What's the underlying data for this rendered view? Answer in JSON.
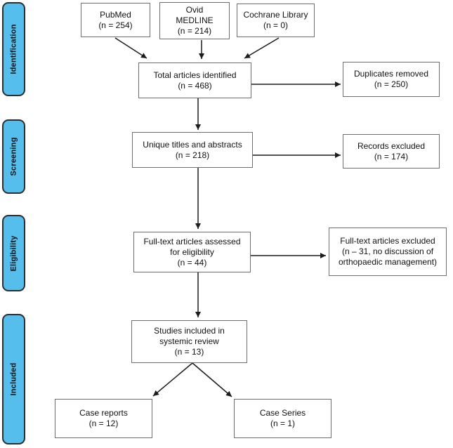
{
  "colors": {
    "stage_fill": "#56BEEC",
    "stage_border": "#2E2E2E",
    "box_border": "#6E6E6E",
    "box_fill": "#FFFFFF",
    "arrow": "#1C1C1C",
    "text": "#111111",
    "background": "#FFFFFF"
  },
  "stages": [
    {
      "label": "Identification"
    },
    {
      "label": "Screening"
    },
    {
      "label": "Eligibility"
    },
    {
      "label": "Included"
    }
  ],
  "boxes": {
    "pubmed": {
      "lines": [
        "PubMed",
        "(n = 254)"
      ]
    },
    "ovid_medline": {
      "lines": [
        "Ovid",
        "MEDLINE",
        "(n = 214)"
      ]
    },
    "cochrane": {
      "lines": [
        "Cochrane Library",
        "(n = 0)"
      ]
    },
    "total_identified": {
      "lines": [
        "Total articles identified",
        "(n = 468)"
      ]
    },
    "duplicates_removed": {
      "lines": [
        "Duplicates removed",
        "(n = 250)"
      ]
    },
    "unique_titles": {
      "lines": [
        "Unique titles and abstracts",
        "(n = 218)"
      ]
    },
    "records_excluded": {
      "lines": [
        "Records excluded",
        "(n = 174)"
      ]
    },
    "fulltext_assessed": {
      "lines": [
        "Full-text articles assessed",
        "for eligibility",
        "(n = 44)"
      ]
    },
    "fulltext_excluded": {
      "lines": [
        "Full-text articles excluded",
        "(n – 31, no discussion of",
        "orthopaedic management)"
      ]
    },
    "studies_included": {
      "lines": [
        "Studies included in",
        "systemic review",
        "(n = 13)"
      ]
    },
    "case_reports": {
      "lines": [
        "Case reports",
        "(n = 12)"
      ]
    },
    "case_series": {
      "lines": [
        "Case Series",
        "(n = 1)"
      ]
    }
  },
  "edges": [
    {
      "from": "pubmed",
      "to": "total_identified"
    },
    {
      "from": "ovid_medline",
      "to": "total_identified"
    },
    {
      "from": "cochrane",
      "to": "total_identified"
    },
    {
      "from": "total_identified",
      "to": "duplicates_removed"
    },
    {
      "from": "total_identified",
      "to": "unique_titles"
    },
    {
      "from": "unique_titles",
      "to": "records_excluded"
    },
    {
      "from": "unique_titles",
      "to": "fulltext_assessed"
    },
    {
      "from": "fulltext_assessed",
      "to": "fulltext_excluded"
    },
    {
      "from": "fulltext_assessed",
      "to": "studies_included"
    },
    {
      "from": "studies_included",
      "to": "case_reports"
    },
    {
      "from": "studies_included",
      "to": "case_series"
    }
  ]
}
